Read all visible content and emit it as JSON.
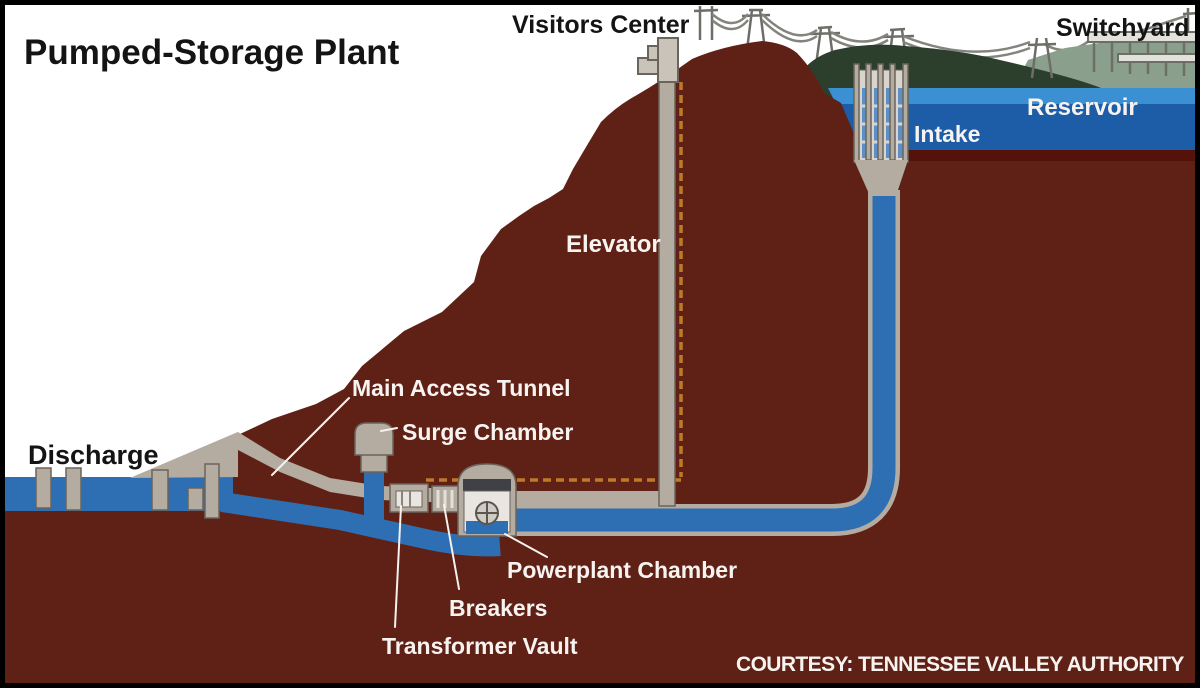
{
  "title": "Pumped-Storage Plant",
  "credit": "COURTESY: TENNESSEE VALLEY AUTHORITY",
  "labels": {
    "visitors_center": "Visitors Center",
    "switchyard": "Switchyard",
    "reservoir": "Reservoir",
    "intake": "Intake",
    "elevator": "Elevator",
    "main_access_tunnel": "Main Access Tunnel",
    "surge_chamber": "Surge Chamber",
    "discharge": "Discharge",
    "powerplant_chamber": "Powerplant Chamber",
    "breakers": "Breakers",
    "transformer_vault": "Transformer Vault"
  },
  "colors": {
    "sky": "#ffffff",
    "mountain": "#5f2115",
    "water_dark": "#1d5ca6",
    "water_light": "#3a90d2",
    "pipe": "#2e6fb4",
    "hill_green": "#2c3f2d",
    "sage": "#8ba08c",
    "structure_gray": "#b4aba1",
    "structure_light": "#c9c3b9",
    "structure_outline": "#6a645b",
    "rack_bg": "#d9d5ce",
    "rack_blue": "#5b8fc6",
    "powerplant_dark": "#3f4147",
    "interior_white": "#e9e6e1",
    "red_strip": "#54120b",
    "dash": "#bf7a28",
    "leader_white": "#f5f2ee",
    "label_white": "#f7f3f1",
    "label_black": "#141414",
    "frame": "#000000"
  }
}
